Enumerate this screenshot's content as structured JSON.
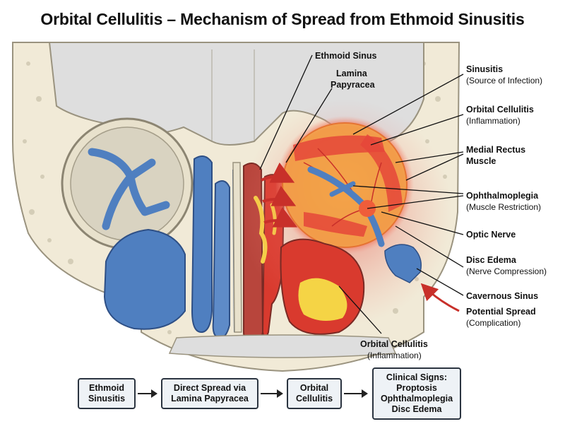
{
  "title": "Orbital Cellulitis – Mechanism of Spread from Ethmoid Sinusitis",
  "labels": {
    "ethmoid_sinus": "Ethmoid Sinus",
    "lamina_line1": "Lamina",
    "lamina_line2": "Papyracea",
    "sinusitis": "Sinusitis",
    "sinusitis_sub": "(Source of Infection)",
    "orbital_cellulitis": "Orbital Cellulitis",
    "orbital_cellulitis_sub": "(Inflammation)",
    "medial_rectus_line1": "Medial Rectus",
    "medial_rectus_line2": "Muscle",
    "ophthalmoplegia": "Ophthalmoplegia",
    "ophthalmoplegia_sub": "(Muscle Restriction)",
    "optic_nerve": "Optic Nerve",
    "disc_edema": "Disc Edema",
    "disc_edema_sub": "(Nerve Compression)",
    "cavernous_sinus": "Cavernous Sinus",
    "potential_spread": "Potential Spread",
    "potential_spread_sub": "(Complication)",
    "orbital_cellulitis_bottom": "Orbital Cellulitis",
    "orbital_cellulitis_bottom_sub": "(Inflammation)"
  },
  "flow": [
    {
      "lines": [
        "Ethmoid",
        "Sinusitis"
      ]
    },
    {
      "lines": [
        "Direct Spread via",
        "Lamina Papyracea"
      ]
    },
    {
      "lines": [
        "Orbital",
        "Cellulitis"
      ]
    },
    {
      "lines": [
        "Clinical Signs:",
        "Proptosis",
        "Ophthalmoplegia",
        "Disc Edema"
      ]
    }
  ],
  "colors": {
    "bone": "#f1ead7",
    "bone_outline": "#9a937f",
    "sinus_blue": "#4f7fc0",
    "infection_red": "#d93a2e",
    "pus_yellow": "#f5d445",
    "inflammation_orange": "#f29a3a"
  }
}
